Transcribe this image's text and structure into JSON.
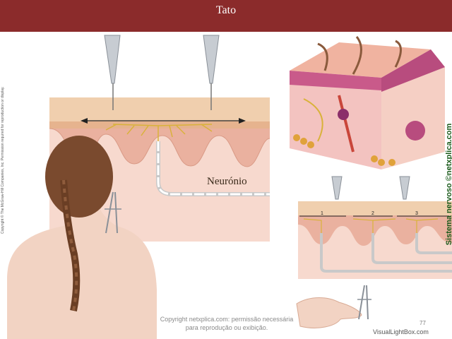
{
  "header": {
    "title": "Tato"
  },
  "labels": {
    "neuron": "Neurónio",
    "side_copyright": "Copyright © The McGraw-Hill Companies, Inc. Permission required for reproduction or display.",
    "side_credit": "Sistema nervoso ©netxplica.com",
    "bottom_copyright": "Copyright netxplica.com: permissão necessária para reprodução ou exibição.",
    "page_number": "77",
    "watermark": "VisualLightBox.com",
    "point_numbers": [
      "1",
      "2",
      "3"
    ]
  },
  "colors": {
    "header": "#8b2b2b",
    "skin_surface": "#f0cfae",
    "dermis": "#f3c9b8",
    "nerve": "#d9b23a"
  }
}
